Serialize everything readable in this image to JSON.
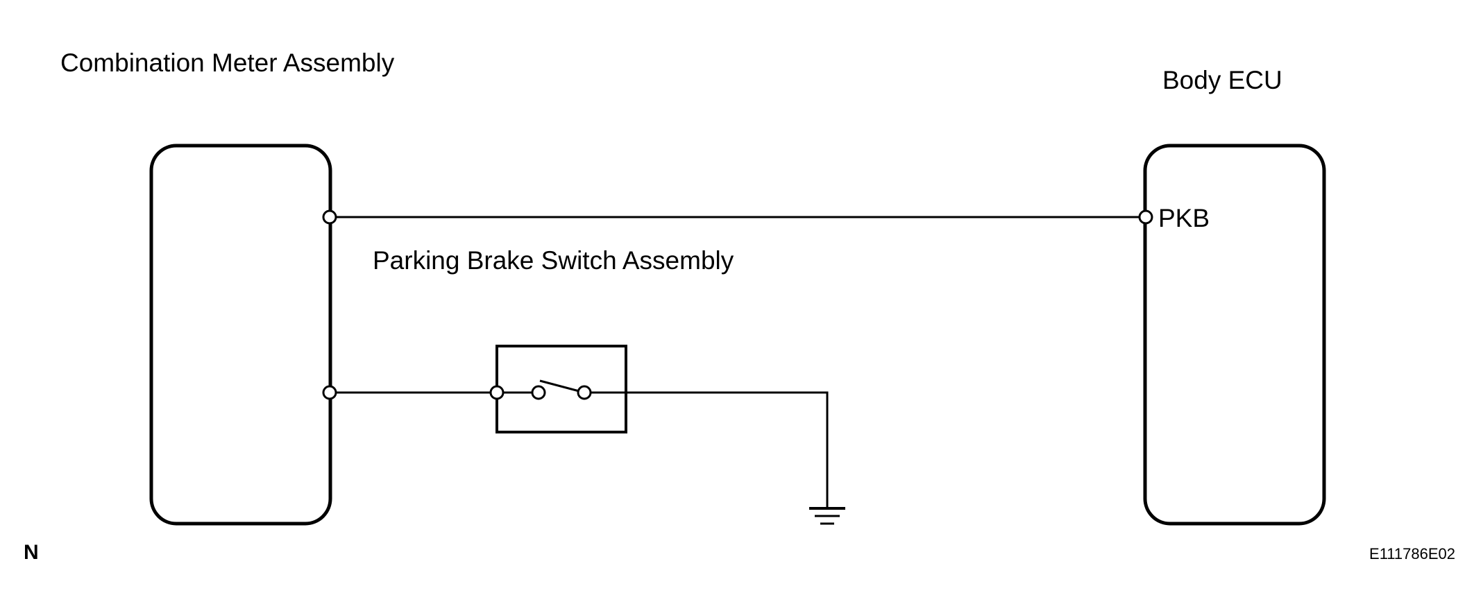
{
  "components": {
    "combination_meter": {
      "label": "Combination Meter Assembly"
    },
    "body_ecu": {
      "label": "Body ECU"
    },
    "parking_brake_switch": {
      "label": "Parking Brake Switch Assembly"
    }
  },
  "terminals": {
    "pkb": {
      "label": "PKB"
    }
  },
  "footer": {
    "left_code": "N",
    "figure_id": "E111786E02"
  }
}
